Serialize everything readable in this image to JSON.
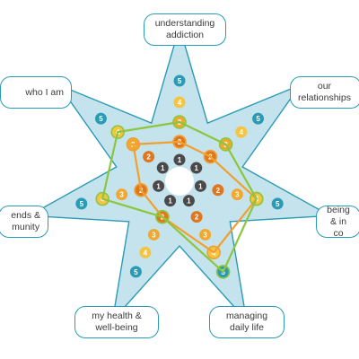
{
  "labels": {
    "understanding_addiction": "understanding\naddiction",
    "our_relationships": "our\nrelationships",
    "being_in_control": "being\n& in co",
    "managing_daily_life": "managing\ndaily life",
    "my_health": "my health &\nwell-being",
    "friends_community": "ends &\nmunity",
    "who_i_am": "who I am"
  },
  "ring_numbers": [
    "1",
    "2",
    "3",
    "4",
    "5"
  ],
  "colors": {
    "star_fill": "#c5e3ec",
    "star_stroke": "#2a9bb5",
    "ring1": "#4a4a4a",
    "ring2": "#e0761d",
    "ring3": "#f0a830",
    "ring4": "#f5c542",
    "ring5": "#2a9bb5",
    "orange_line": "#f0a030",
    "green_line": "#8cc63f"
  },
  "chart_data": {
    "type": "radar",
    "axes": [
      "understanding addiction",
      "our relationships",
      "being in control",
      "managing daily life",
      "my health & well-being",
      "friends & community",
      "who I am"
    ],
    "scale": [
      1,
      5
    ],
    "series": [
      {
        "values": [
          2,
          2,
          4,
          4,
          2,
          2,
          3
        ]
      },
      {
        "values": [
          3,
          3,
          4,
          5,
          2,
          4,
          4
        ]
      }
    ]
  }
}
